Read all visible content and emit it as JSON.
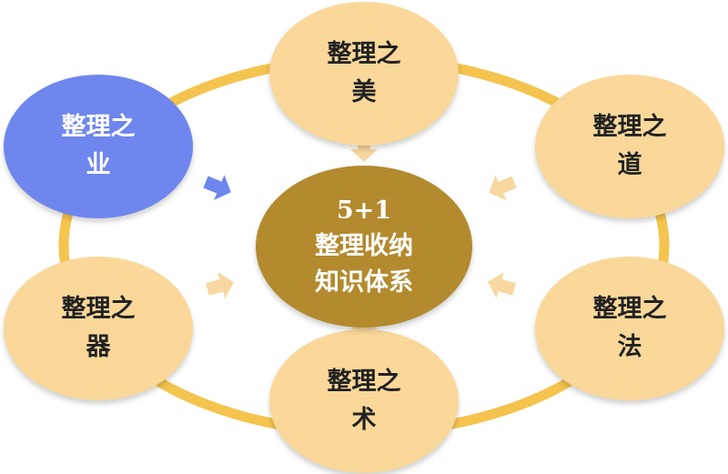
{
  "colors": {
    "ring": "#F4C44E",
    "outer_node": "#FAD89A",
    "highlight_node": "#6F86EE",
    "center_node": "#B38A2E",
    "arrow": "#F8D7A0",
    "highlight_arrow": "#6F86EE",
    "outer_text": "#222222",
    "highlight_text": "#FFFFFF",
    "center_text": "#FFFFFF"
  },
  "center": {
    "line1": "5+1",
    "line2": "整理收纳",
    "line3": "知识体系"
  },
  "nodes": {
    "mei": {
      "line1": "整理之",
      "line2": "美"
    },
    "dao": {
      "line1": "整理之",
      "line2": "道"
    },
    "fa": {
      "line1": "整理之",
      "line2": "法"
    },
    "shu": {
      "line1": "整理之",
      "line2": "术"
    },
    "qi": {
      "line1": "整理之",
      "line2": "器"
    },
    "ye": {
      "line1": "整理之",
      "line2": "业"
    }
  }
}
